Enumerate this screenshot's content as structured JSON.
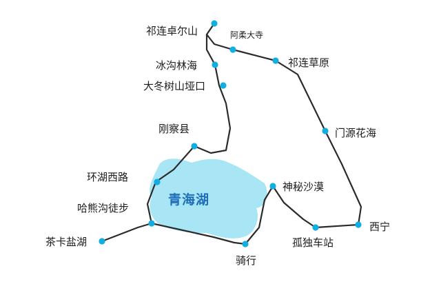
{
  "map": {
    "lake_name": "青海湖",
    "route_color": "#2a2a2a",
    "stop_color": "#12aee0",
    "lake_color": "#a9e6f5",
    "stops": [
      {
        "id": "qilian-zhuoer-mountain",
        "label": "祁连卓尔山"
      },
      {
        "id": "arou-temple",
        "label": "阿柔大寺"
      },
      {
        "id": "qilian-grassland",
        "label": "祁连草原"
      },
      {
        "id": "menyuan-flowers",
        "label": "门源花海"
      },
      {
        "id": "xining",
        "label": "西宁"
      },
      {
        "id": "lonely-station",
        "label": "孤独车站"
      },
      {
        "id": "mystery-desert",
        "label": "神秘沙漠"
      },
      {
        "id": "cycling",
        "label": "骑行"
      },
      {
        "id": "haxiong-gully-hike",
        "label": "哈熊沟徒步"
      },
      {
        "id": "chaka-salt-lake",
        "label": "茶卡盐湖"
      },
      {
        "id": "lake-loop-road",
        "label": "环湖西路"
      },
      {
        "id": "gangcha-county",
        "label": "刚察县"
      },
      {
        "id": "dadongshu-pass",
        "label": "大冬树山垭口"
      },
      {
        "id": "binggou-forest",
        "label": "冰沟林海"
      }
    ]
  }
}
